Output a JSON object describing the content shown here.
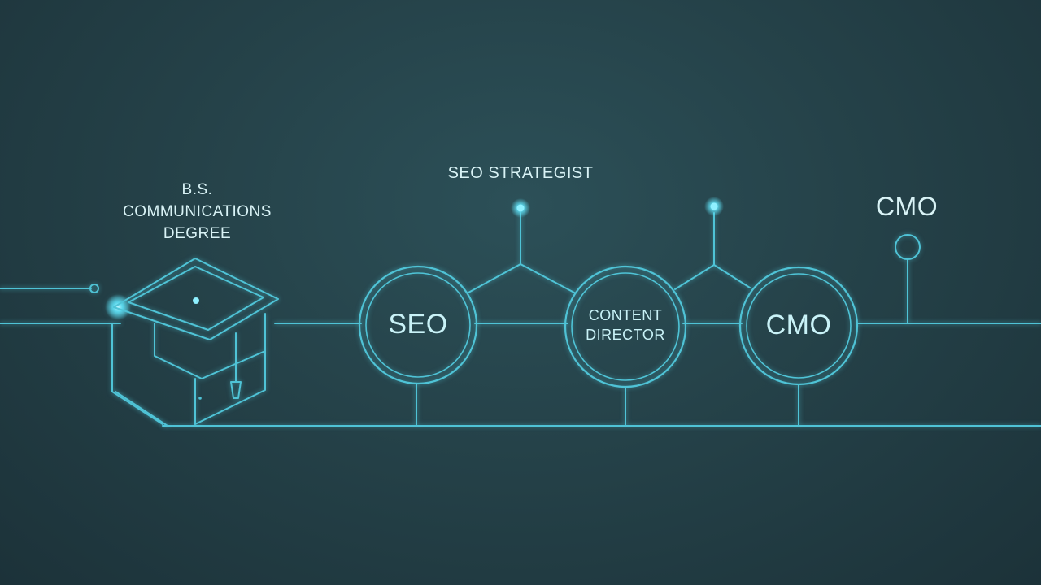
{
  "labels": {
    "degree_line1": "B.S.",
    "degree_line2": "COMMUNICATIONS",
    "degree_line3": "DEGREE",
    "seo_strategist": "SEO STRATEGIST",
    "cmo_top": "CMO"
  },
  "nodes": [
    {
      "key": "seo",
      "line1": "SEO",
      "line2": ""
    },
    {
      "key": "content-director",
      "line1": "CONTENT",
      "line2": "DIRECTOR"
    },
    {
      "key": "cmo",
      "line1": "CMO",
      "line2": ""
    }
  ],
  "colors": {
    "line": "#4fc3d6",
    "glow": "#6fe6f6",
    "text": "#d9f3f6",
    "background": "#254249"
  },
  "icons": {
    "degree": "graduation-cap-icon"
  }
}
